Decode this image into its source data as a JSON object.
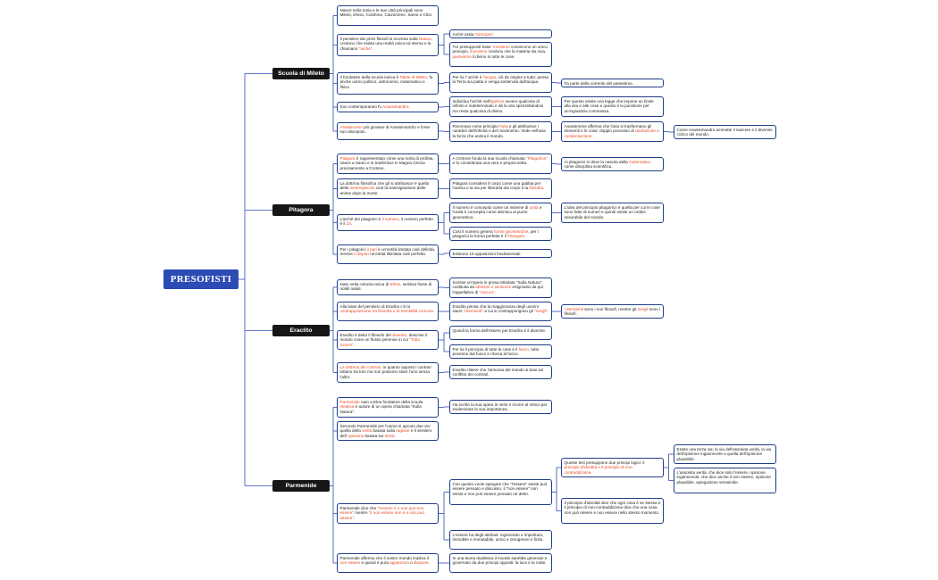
{
  "root": {
    "label": "PRESOFISTI"
  },
  "colors": {
    "accent": "#e8471e",
    "line": "#2c4bb4",
    "root_bg": "#2c4bb4",
    "topic_bg": "#161616"
  },
  "topics": [
    {
      "id": "t1",
      "label": "Scuola di Mileto"
    },
    {
      "id": "t2",
      "label": "Pitagora"
    },
    {
      "id": "t3",
      "label": "Eraclito"
    },
    {
      "id": "t4",
      "label": "Parmenide"
    }
  ],
  "nodes": [
    {
      "id": "n1",
      "parent": "t1",
      "segments": [
        {
          "t": "Nasce nella Ionia e le sue città principali sono Mileto, Efeso, Colofone, Clazomene, Samo e Chio."
        }
      ]
    },
    {
      "id": "n2",
      "parent": "t1",
      "segments": [
        {
          "t": "Il pensiero dei primi filosofi si incentra sulla "
        },
        {
          "t": "Natura",
          "h": 1
        },
        {
          "t": ", credono che esista una realtà unica ed eterna e la chiamano "
        },
        {
          "t": "\"archè\"",
          "h": 1
        },
        {
          "t": "."
        }
      ]
    },
    {
      "id": "n3",
      "parent": "n2",
      "segments": [
        {
          "t": "Archè ossia "
        },
        {
          "t": "\"principio\"",
          "h": 1
        },
        {
          "t": "."
        }
      ]
    },
    {
      "id": "n4",
      "parent": "n2",
      "segments": [
        {
          "t": "Tre presupposti base: "
        },
        {
          "t": "monismo",
          "h": 1
        },
        {
          "t": " conoscono un unico principio, "
        },
        {
          "t": "ilozoismo",
          "h": 1
        },
        {
          "t": " credono che la materia sia viva, "
        },
        {
          "t": "panteismo",
          "h": 1
        },
        {
          "t": " il divino in tutte le cose."
        }
      ]
    },
    {
      "id": "n5",
      "parent": "t1",
      "segments": [
        {
          "t": "Il fondatore della scuola ionica è "
        },
        {
          "t": "Talete di Mileto",
          "h": 1
        },
        {
          "t": ", fu anche uomo politico, astronomo, matematico e fisico."
        }
      ]
    },
    {
      "id": "n6",
      "parent": "n5",
      "segments": [
        {
          "t": "Per lui l' archè è "
        },
        {
          "t": "l'acqua",
          "h": 1
        },
        {
          "t": ", ciò da origine a tutto: pensa la Terra sia piatta e venga sostenuta dall'acqua."
        }
      ]
    },
    {
      "id": "n7",
      "parent": "n6",
      "segments": [
        {
          "t": "Fa parte della corrente del panteismo."
        }
      ]
    },
    {
      "id": "n8",
      "parent": "t1",
      "segments": [
        {
          "t": "Suo contemporaneo fu "
        },
        {
          "t": "Anassimandro",
          "h": 1
        },
        {
          "t": "."
        }
      ]
    },
    {
      "id": "n9",
      "parent": "n8",
      "segments": [
        {
          "t": "Individua l'archè nell'"
        },
        {
          "t": "àpeiron",
          "h": 1
        },
        {
          "t": " ovvero qualcosa di infinito e indeterminato e dà la vita spezzettandosi ma resta qualcosa di divino."
        }
      ]
    },
    {
      "id": "n10",
      "parent": "n9",
      "segments": [
        {
          "t": "Per questo esiste una legge che impone un limite alla vita e alle cose e questo è la punizione per un'ingiustizia commessa."
        }
      ]
    },
    {
      "id": "n11",
      "parent": "t1",
      "segments": [
        {
          "t": "Anassimene",
          "h": 1
        },
        {
          "t": " più giovane di Anassimandro e forse suo discepolo."
        }
      ]
    },
    {
      "id": "n12",
      "parent": "n11",
      "segments": [
        {
          "t": "Ricercava come principio "
        },
        {
          "t": "l'aria",
          "h": 1
        },
        {
          "t": " e gli attribuisce i caratteri dell'infinità e del movimento. Vede nell'aria la forza che anima il mondo."
        }
      ]
    },
    {
      "id": "n13",
      "parent": "n12",
      "segments": [
        {
          "t": "Anassimene afferma che l'aria si trasformano gli elementi e le cose: doppio processo di "
        },
        {
          "t": "rarefazione e condensazione",
          "h": 1
        },
        {
          "t": "."
        }
      ]
    },
    {
      "id": "n14",
      "parent": "n13",
      "segments": [
        {
          "t": "Come Anassimandro ammette il nascere e il divenire ciclico del mondo."
        }
      ]
    },
    {
      "id": "n15",
      "parent": "t2",
      "segments": [
        {
          "t": "Pitagora",
          "h": 1
        },
        {
          "t": " è rappresentato come una sorta di profeta, nasce a Samo e si trasferisce in Magna Grecia precisamente a Crotone."
        }
      ]
    },
    {
      "id": "n16",
      "parent": "n15",
      "segments": [
        {
          "t": "A Crotone fonda la sua scuola chiamata "
        },
        {
          "t": "\"Pitagorica\"",
          "h": 1
        },
        {
          "t": " e fu considerata una vera e propria setta."
        }
      ]
    },
    {
      "id": "n17",
      "parent": "n16",
      "segments": [
        {
          "t": "Ai pitagorici si deve la nascita della "
        },
        {
          "t": "matematica",
          "h": 1
        },
        {
          "t": " come disciplina scientifica."
        }
      ]
    },
    {
      "id": "n18",
      "parent": "t2",
      "segments": [
        {
          "t": "La dottrina filosofica che gli si attribuisce è quella della "
        },
        {
          "t": "metempsicosi",
          "h": 1
        },
        {
          "t": " cioè la trasmigrazione delle anime dopo la morte."
        }
      ]
    },
    {
      "id": "n19",
      "parent": "n18",
      "segments": [
        {
          "t": "Pitagora considera il corpo come una gabbia per l'anima e la via per liberarla dal corpo è la "
        },
        {
          "t": "filosofia",
          "h": 1
        },
        {
          "t": "."
        }
      ]
    },
    {
      "id": "n20",
      "parent": "t2",
      "segments": [
        {
          "t": "L'archè dei pitagorici è "
        },
        {
          "t": "il numero",
          "h": 1
        },
        {
          "t": ", il numero perfetto è il "
        },
        {
          "t": "10",
          "h": 1
        },
        {
          "t": "."
        }
      ]
    },
    {
      "id": "n21",
      "parent": "n20",
      "segments": [
        {
          "t": "Il numero è concepito come un insieme di "
        },
        {
          "t": "unità",
          "h": 1
        },
        {
          "t": " e l'unità è concepita come identica al punto geometrico."
        }
      ]
    },
    {
      "id": "n22",
      "parent": "n21",
      "segments": [
        {
          "t": "L'idea del principio pitagorico è quella per cui le cose sono fatte di numeri e quindi esiste un ordine misurabile del mondo."
        }
      ]
    },
    {
      "id": "n23",
      "parent": "n20",
      "segments": [
        {
          "t": "Così il numero genera "
        },
        {
          "t": "forme geometriche",
          "h": 1
        },
        {
          "t": ", per i pitagorici la forma perfetta è il "
        },
        {
          "t": "Triangolo",
          "h": 1
        },
        {
          "t": "."
        }
      ]
    },
    {
      "id": "n24",
      "parent": "t2",
      "segments": [
        {
          "t": "Per i pitagorici "
        },
        {
          "t": "il pari",
          "h": 1
        },
        {
          "t": " è un'entità limitata cioè definita, mentre "
        },
        {
          "t": "il dispari",
          "h": 1
        },
        {
          "t": " un'entità illimitata cioè perfetta."
        }
      ]
    },
    {
      "id": "n25",
      "parent": "n24",
      "segments": [
        {
          "t": "Esistono 10 opposizioni fondamentali."
        }
      ]
    },
    {
      "id": "n26",
      "parent": "t3",
      "segments": [
        {
          "t": "Nato nella colonia ionica di "
        },
        {
          "t": "Efeso",
          "h": 1
        },
        {
          "t": ", sembra fosse di nobili natali."
        }
      ]
    },
    {
      "id": "n27",
      "parent": "n26",
      "segments": [
        {
          "t": "Scrisse un'opera in prosa intitolata \"Sulla Natura\", costituita da "
        },
        {
          "t": "aforismi e sentenze",
          "h": 1
        },
        {
          "t": " enigmatici da qui l'appellativo di "
        },
        {
          "t": "\"oscuro\"",
          "h": 1
        },
        {
          "t": "."
        }
      ]
    },
    {
      "id": "n28",
      "parent": "t3",
      "segments": [
        {
          "t": "Alla base del pensiero di Eraclito c'è la "
        },
        {
          "t": "contrapposizione tra filosofia e la mentalità comune",
          "h": 1
        },
        {
          "t": "."
        }
      ]
    },
    {
      "id": "n29",
      "parent": "n28",
      "segments": [
        {
          "t": "Eraclito pensa che la maggioranza degli uomini siano "
        },
        {
          "t": "\"dormienti\"",
          "h": 1
        },
        {
          "t": " a cui si contrappongono gli "
        },
        {
          "t": "\"svegli\"",
          "h": 1
        },
        {
          "t": "."
        }
      ]
    },
    {
      "id": "n30",
      "parent": "n29",
      "segments": [
        {
          "t": "I dormienti",
          "h": 1
        },
        {
          "t": " sono i non filosofi, mentre gli "
        },
        {
          "t": "svegli",
          "h": 1
        },
        {
          "t": " sono i filosofi."
        }
      ]
    },
    {
      "id": "n31",
      "parent": "t3",
      "segments": [
        {
          "t": "Eraclito è detto il filosofo del "
        },
        {
          "t": "divenire",
          "h": 1
        },
        {
          "t": ", descrive il mondo come un flusso perenne in cui "
        },
        {
          "t": "\"Tutto Scorre\"",
          "h": 1
        },
        {
          "t": "."
        }
      ]
    },
    {
      "id": "n32",
      "parent": "n31",
      "segments": [
        {
          "t": "Quindi la forma dell'essere per Eraclito è il divenire."
        }
      ]
    },
    {
      "id": "n33",
      "parent": "n31",
      "segments": [
        {
          "t": "Per lui il principio di tutte le cose è il "
        },
        {
          "t": "fuoco",
          "h": 1
        },
        {
          "t": ", tutto proviene dal fuoco e ritorna al fuoco."
        }
      ]
    },
    {
      "id": "n34",
      "parent": "t3",
      "segments": [
        {
          "t": "La dottrina dei contrari",
          "h": 1
        },
        {
          "t": ", in quanto opposti i contrari lottano tra loro ma non possono stare l'uno senza l'altro."
        }
      ]
    },
    {
      "id": "n35",
      "parent": "n34",
      "segments": [
        {
          "t": "Eraclito ritiene che l'armonia del mondo si basi sul conflitto dei contrari."
        }
      ]
    },
    {
      "id": "n36",
      "parent": "t4",
      "segments": [
        {
          "t": "Parmenide",
          "h": 1
        },
        {
          "t": " nato a Elea fondatore della scuola "
        },
        {
          "t": "eleatica",
          "h": 1
        },
        {
          "t": " e autore di un opera chiamata \"Sulla Natura\"."
        }
      ]
    },
    {
      "id": "n37",
      "parent": "n36",
      "segments": [
        {
          "t": "Ha scritto la sua opera in versi e ricorre al mitico per evidenziare la sua importanza."
        }
      ]
    },
    {
      "id": "n38",
      "parent": "t4",
      "segments": [
        {
          "t": "Secondo Parmenide per l'uomo si aprono due vie: quella della "
        },
        {
          "t": "verità",
          "h": 1
        },
        {
          "t": " basata sulla "
        },
        {
          "t": "ragione",
          "h": 1
        },
        {
          "t": " e il sentiero dell' "
        },
        {
          "t": "opinione",
          "h": 1
        },
        {
          "t": " basata sui "
        },
        {
          "t": "sensi",
          "h": 1
        },
        {
          "t": "."
        }
      ]
    },
    {
      "id": "n39",
      "parent": "t4",
      "segments": [
        {
          "t": "Parmenide dice che "
        },
        {
          "t": "\"l'essere è e non può non essere\"",
          "h": 1
        },
        {
          "t": " mentre "
        },
        {
          "t": "\"il non essere non è e non può essere\"",
          "h": 1
        },
        {
          "t": "."
        }
      ]
    },
    {
      "id": "n40",
      "parent": "n39",
      "segments": [
        {
          "t": "Con questo vuole spiegare che \"l'essere\" esiste può essere pensato e discusso, il \"non essere\" non esiste e non può essere pensato né detto."
        }
      ]
    },
    {
      "id": "n41",
      "parent": "n40",
      "segments": [
        {
          "t": "Queste tesi presuppone due principi logici: il "
        },
        {
          "t": "principio d'identità e il principio di non-contraddizione",
          "h": 1
        },
        {
          "t": "."
        }
      ]
    },
    {
      "id": "n42",
      "parent": "n41",
      "segments": [
        {
          "t": "Esiste una terza via: la via dell'assoluta verità, la via dell'opinione ingannevole e quella dell'opinione plausibile."
        }
      ]
    },
    {
      "id": "n43",
      "parent": "n41",
      "segments": [
        {
          "t": "L'assoluta verità, che dice solo l'essere, opinione ingannevole, che dice anche il non essere, opinione plausibile, spiegazione verosimile."
        }
      ]
    },
    {
      "id": "n44",
      "parent": "n40",
      "segments": [
        {
          "t": "Il principio d'identità dice che ogni cosa è se stessa e il principio di non-contraddizione dice che una cosa non può essere e non essere nello stesso momento."
        }
      ]
    },
    {
      "id": "n45",
      "parent": "n39",
      "segments": [
        {
          "t": "L'essere ha degli attributi: ingenerato e imperituro, immobile e immutabile, unico e omogeneo e finito."
        }
      ]
    },
    {
      "id": "n46",
      "parent": "t4",
      "segments": [
        {
          "t": "Parmenide afferma che il nostro mondo implica il "
        },
        {
          "t": "non essere",
          "h": 1
        },
        {
          "t": " e quindi è pura "
        },
        {
          "t": "apparenza",
          "h": 1
        },
        {
          "t": " o "
        },
        {
          "t": "illusione",
          "h": 1
        },
        {
          "t": "."
        }
      ]
    },
    {
      "id": "n47",
      "parent": "n46",
      "segments": [
        {
          "t": "In una teoria dualistica il mondo sarebbe generato e governato da due principi opposti: la luce e la notte."
        }
      ]
    }
  ]
}
